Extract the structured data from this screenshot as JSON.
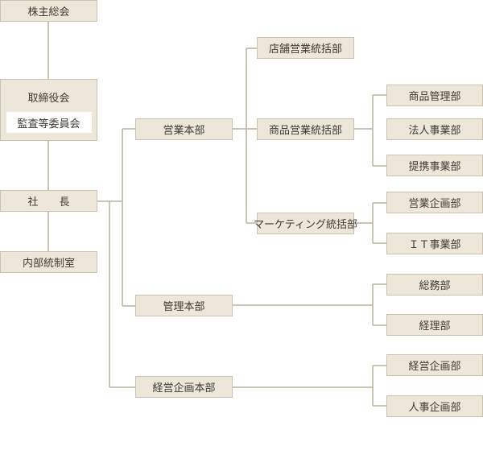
{
  "org": {
    "shareholders": "株主総会",
    "board": "取締役会",
    "audit_committee": "監査等委員会",
    "president": "社　　長",
    "internal_control": "内部統制室",
    "sales_hq": "営業本部",
    "admin_hq": "管理本部",
    "planning_hq": "経営企画本部",
    "store_sales": "店舗営業統括部",
    "product_sales": "商品営業統括部",
    "marketing": "マーケティング統括部",
    "product_mgmt": "商品管理部",
    "corporate_business": "法人事業部",
    "partnership": "提携事業部",
    "sales_planning": "営業企画部",
    "it_business": "ＩＴ事業部",
    "general_affairs": "総務部",
    "accounting": "経理部",
    "mgmt_planning": "経営企画部",
    "hr_planning": "人事企画部"
  },
  "colors": {
    "box_fill": "#ece7d9",
    "box_border": "#c9c2ad",
    "connector": "#b9b19b",
    "text": "#3e3a33"
  }
}
